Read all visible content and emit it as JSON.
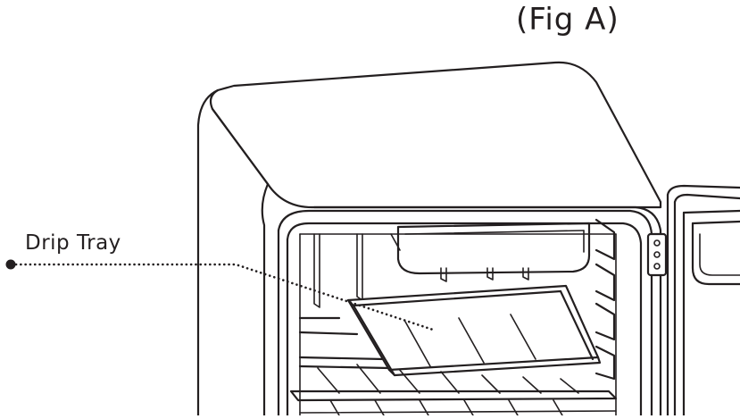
{
  "figure": {
    "title": "(Fig A)",
    "callouts": [
      {
        "label": "Drip Tray",
        "target": "drip-tray"
      }
    ]
  },
  "colors": {
    "line": "#231f20",
    "background": "#ffffff"
  }
}
